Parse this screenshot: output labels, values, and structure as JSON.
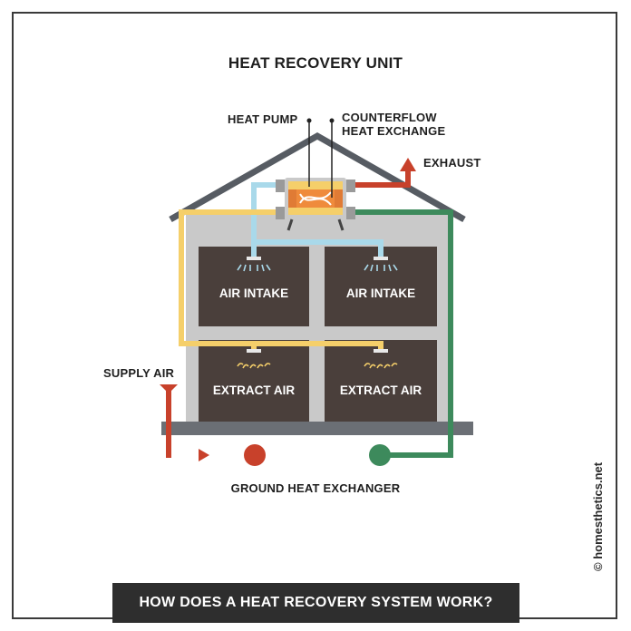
{
  "title": "HEAT RECOVERY UNIT",
  "labels": {
    "heat_pump": "HEAT PUMP",
    "counterflow_line1": "COUNTERFLOW",
    "counterflow_line2": "HEAT EXCHANGE",
    "exhaust": "EXHAUST",
    "supply_air": "SUPPLY AIR",
    "ground_heat_exchanger": "GROUND HEAT EXCHANGER"
  },
  "rooms": {
    "upper_left": "AIR INTAKE",
    "upper_right": "AIR INTAKE",
    "lower_left": "EXTRACT AIR",
    "lower_right": "EXTRACT AIR"
  },
  "banner": "HOW DOES A HEAT RECOVERY SYSTEM WORK?",
  "credit": "© homesthetics.net",
  "colors": {
    "house_wall": "#c9c9c9",
    "room": "#4a3f3b",
    "roof": "#575c63",
    "supply_duct": "#f5cf6a",
    "fresh_duct": "#a9d9ea",
    "exhaust_duct": "#c8412b",
    "ground_duct": "#3d8a5c",
    "banner": "#2e2e2e"
  }
}
